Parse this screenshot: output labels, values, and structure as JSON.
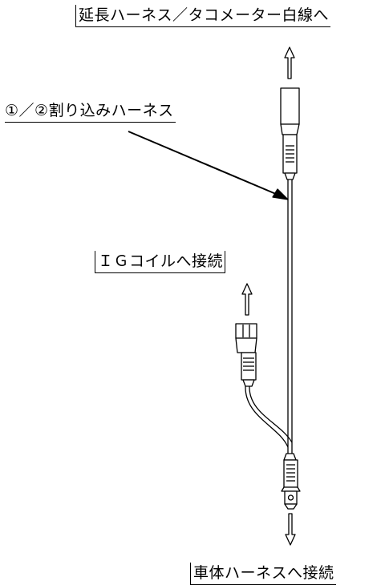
{
  "labels": {
    "top": "延長ハーネス／タコメーター白線へ",
    "harness": "①／②割り込みハーネス",
    "ig_coil": "ＩＧコイルへ接続",
    "body": "車体ハーネスへ接続"
  }
}
